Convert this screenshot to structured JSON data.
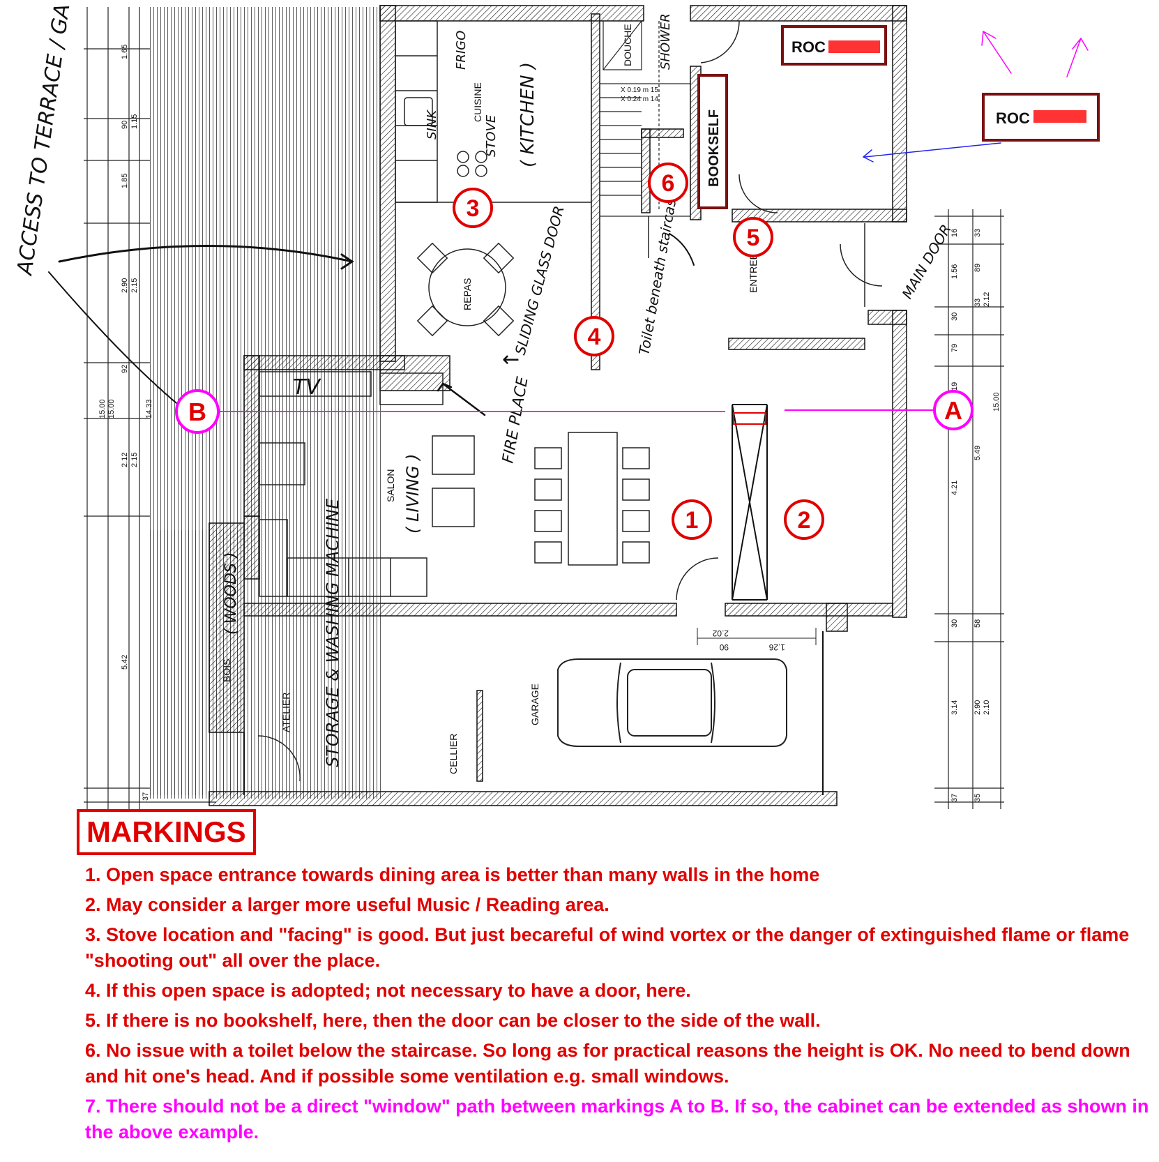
{
  "colors": {
    "red": "#e00000",
    "magenta": "#ff00ff",
    "dark_red": "#7a1010",
    "ink": "#111111"
  },
  "plan": {
    "side_note": "ACCESS TO TERRACE / GA",
    "handwritten": {
      "frigo": "FRIGO",
      "sink": "SINK",
      "stove": "STOVE",
      "kitchen": "( KITCHEN )",
      "sliding_door": "SLIDING GLASS DOOR",
      "arrow_left": "←",
      "toilet": "Toilet beneath staircase",
      "main_door": "MAIN DOOR",
      "tv": "TV",
      "fireplace": "FIRE PLACE",
      "living": "( LIVING )",
      "woods": "( WOODS )",
      "storage": "STORAGE & WASHING MACHINE",
      "shower": "SHOWER"
    },
    "room_labels": {
      "cuisine": "CUISINE",
      "repas": "REPAS",
      "douche": "DOUCHE",
      "entree": "ENTREE",
      "salon": "SALON",
      "bois": "BOIS",
      "atelier": "ATELIER",
      "cellier": "CELLIER",
      "garage": "GARAGE"
    },
    "stair_note_1": "X 0.19 m 15",
    "stair_note_2": "X 0.24 m 14",
    "labels": {
      "roc_1": "ROC",
      "roc_2": "ROC",
      "bookshelf": "BOOKSELF"
    },
    "numbered_markers": [
      "1",
      "2",
      "3",
      "4",
      "5",
      "6"
    ],
    "letter_markers": {
      "a": "A",
      "b": "B"
    },
    "dims_left": [
      "1.65",
      "90",
      "1.15",
      "1.85",
      "2.90",
      "2.15",
      "92",
      "14.33",
      "15.00",
      "15.00",
      "2.12",
      "2.15",
      "5.42",
      "37"
    ],
    "dims_right": [
      "16",
      "33",
      "1.56",
      "89",
      "33",
      "2.12",
      "30",
      "79",
      "19",
      "5.49",
      "15.00",
      "4.21",
      "30",
      "58",
      "3.14",
      "2.90",
      "2.10",
      "37",
      "35"
    ],
    "dims_garage": [
      "2.02",
      "90",
      "1.26"
    ]
  },
  "markings": {
    "title": "MARKINGS",
    "notes": [
      "1. Open space entrance towards dining area is better than many walls in the home",
      "2. May consider a larger more useful Music / Reading area.",
      "3. Stove location and \"facing\" is good. But just becareful of wind vortex or the danger of extinguished flame or flame \"shooting out\" all over the place.",
      "4. If this open space is adopted; not necessary to have a door, here.",
      "5. If there is no bookshelf, here, then the door can be closer to the side of the wall.",
      "6. No issue with a toilet below the staircase. So long as for practical reasons the height is OK. No need to bend down and hit one's head. And if possible some ventilation e.g. small windows.",
      "7. There should not be a direct \"window\" path between markings A to B. If so, the cabinet can be extended as shown in the above example."
    ]
  }
}
